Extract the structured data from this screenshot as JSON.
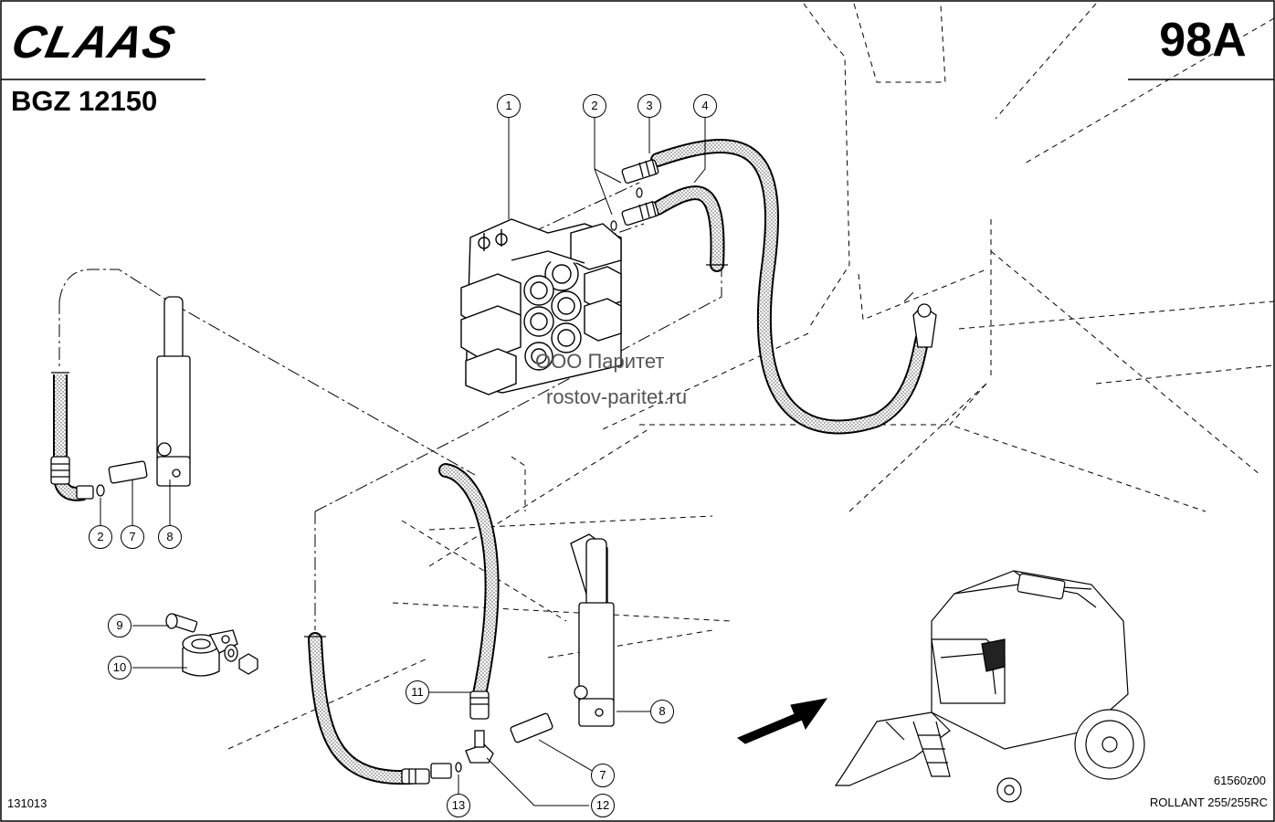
{
  "header": {
    "logo_text": "CLAAS",
    "model_code": "BGZ 12150",
    "page_number": "98A"
  },
  "footer": {
    "doc_number": "131013",
    "figure_code": "61560z00",
    "machine": "ROLLANT 255/255RC"
  },
  "watermark": {
    "line1": "ООО Паритет",
    "line2": "rostov-paritet.ru"
  },
  "callouts": [
    "1",
    "2",
    "3",
    "4",
    "2",
    "7",
    "8",
    "9",
    "10",
    "11",
    "8",
    "7",
    "12",
    "13"
  ]
}
